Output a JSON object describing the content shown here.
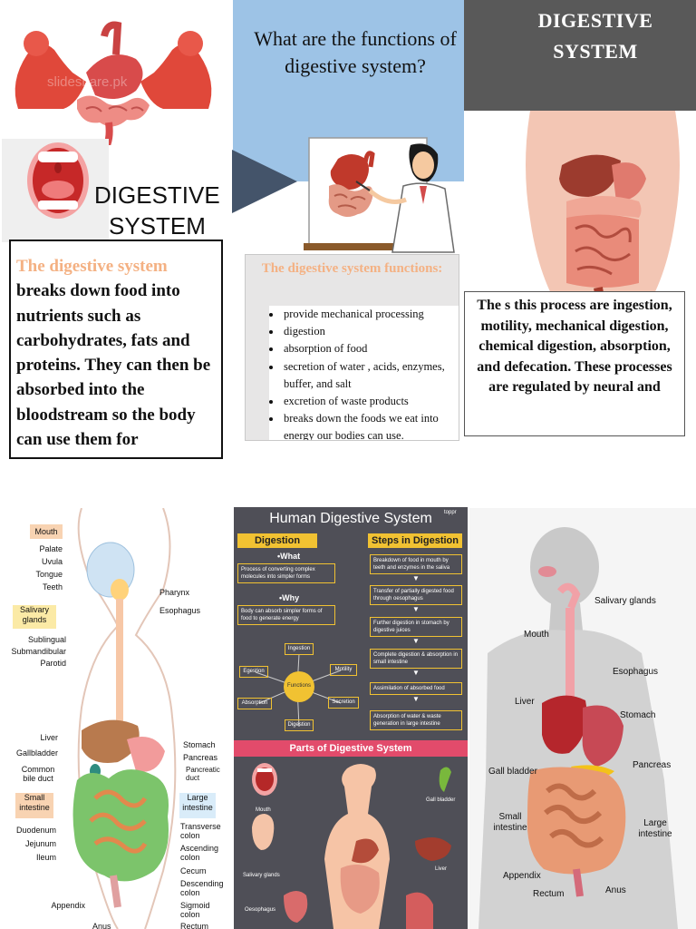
{
  "top": {
    "question": "What are the functions of digestive system?",
    "right_title_line1": "DIGESTIVE",
    "right_title_line2": "SYSTEM",
    "left_title_line1": "DIGESTIVE",
    "left_title_line2": "SYSTEM",
    "watermark": "slideshare.pk"
  },
  "box_left": {
    "highlight": "The digestive system",
    "text": " breaks down food into nutrients such as carbohydrates, fats and proteins. They can then be absorbed into the bloodstream so the body can use them for"
  },
  "box_mid": {
    "heading": "The digestive system functions:",
    "items": [
      "provide mechanical processing",
      "digestion",
      "absorption of food",
      "secretion of water , acids, enzymes, buffer, and salt",
      "excretion of waste products",
      "breaks down the foods we eat into energy our bodies can use."
    ]
  },
  "box_right": {
    "text": "The s this process are ingestion, motility, mechanical digestion, chemical digestion, absorption, and defecation. These processes are regulated by neural and"
  },
  "panel_left": {
    "labels": {
      "mouth": "Mouth",
      "palate": "Palate",
      "uvula": "Uvula",
      "tongue": "Tongue",
      "teeth": "Teeth",
      "salivary": "Salivary glands",
      "sublingual": "Sublingual",
      "submandibular": "Submandibular",
      "parotid": "Parotid",
      "pharynx": "Pharynx",
      "esophagus": "Esophagus",
      "liver": "Liver",
      "gallbladder": "Gallbladder",
      "bile_duct": "Common bile duct",
      "small_intestine": "Small intestine",
      "duodenum": "Duodenum",
      "jejunum": "Jejunum",
      "ileum": "Ileum",
      "appendix": "Appendix",
      "anus": "Anus",
      "stomach": "Stomach",
      "pancreas": "Pancreas",
      "pancreatic_duct": "Pancreatic duct",
      "large_intestine": "Large intestine",
      "transverse": "Transverse colon",
      "ascending": "Ascending colon",
      "cecum": "Cecum",
      "descending": "Descending colon",
      "sigmoid": "Sigmoid colon",
      "rectum": "Rectum"
    }
  },
  "panel_mid": {
    "title": "Human Digestive System",
    "brand": "toppr",
    "digestion_head": "Digestion",
    "steps_head": "Steps in Digestion",
    "what": "•What",
    "what_text": "Process of converting complex molecules into simpler forms",
    "why": "•Why",
    "why_text": "Body can absorb simpler forms of food to generate energy",
    "functions": "Functions",
    "nodes": [
      "Ingestion",
      "Egestion",
      "Motility",
      "Absorption",
      "Secretion",
      "Digestion"
    ],
    "steps": [
      "Breakdown of food in mouth by teeth and enzymes in the saliva",
      "Transfer of partially digested food through oesophagus",
      "Further digestion in stomach by digestive juices",
      "Complete digestion & absorption in small intestine",
      "Assimilation of absorbed food",
      "Absorption of water & waste generation in large intestine"
    ],
    "parts_title": "Parts of Digestive System",
    "parts": [
      "Mouth",
      "Gall bladder",
      "Salivary glands",
      "Liver",
      "Oesophagus"
    ]
  },
  "panel_right": {
    "labels": {
      "salivary": "Salivary glands",
      "mouth": "Mouth",
      "esophagus": "Esophagus",
      "liver": "Liver",
      "stomach": "Stomach",
      "gall_bladder": "Gall bladder",
      "pancreas": "Pancreas",
      "small_intestine": "Small intestine",
      "large_intestine": "Large intestine",
      "appendix": "Appendix",
      "rectum": "Rectum",
      "anus": "Anus"
    }
  }
}
